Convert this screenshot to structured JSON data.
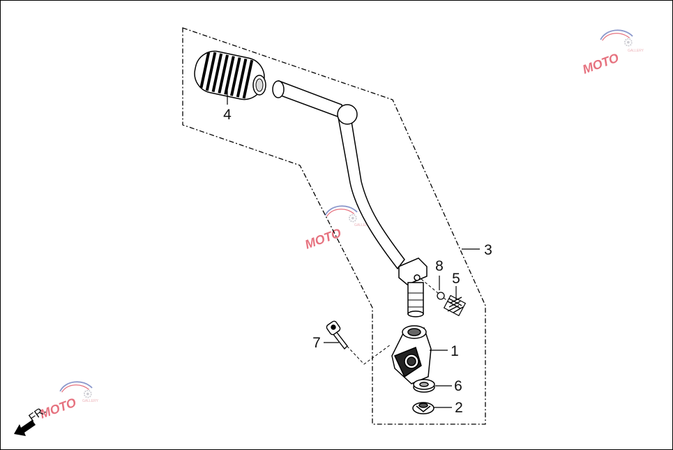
{
  "callouts": [
    {
      "id": "1",
      "text": "1"
    },
    {
      "id": "2",
      "text": "2"
    },
    {
      "id": "3",
      "text": "3"
    },
    {
      "id": "4",
      "text": "4"
    },
    {
      "id": "5",
      "text": "5"
    },
    {
      "id": "6",
      "text": "6"
    },
    {
      "id": "7",
      "text": "7"
    },
    {
      "id": "8",
      "text": "8"
    }
  ],
  "direction_label": "FR.",
  "watermark": {
    "text": "MOTO",
    "subtext": "GALLERY",
    "colors": {
      "red": "#e05060",
      "blue": "#7080c0",
      "gear": "#c0c0c8"
    }
  }
}
